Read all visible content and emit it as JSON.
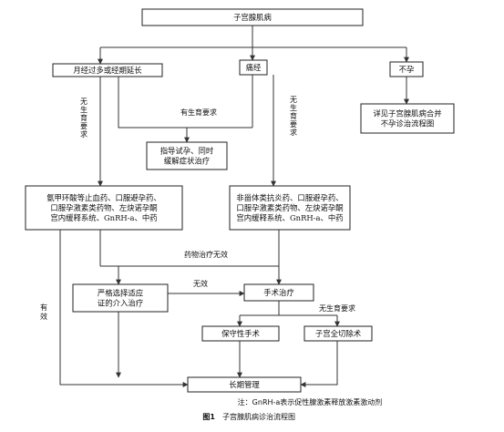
{
  "nodes": {
    "root": [
      "子宫腺肌病"
    ],
    "menorrhagia": [
      "月经过多或经期延长"
    ],
    "dysmenorrhea": [
      "痛经"
    ],
    "infertility": [
      "不孕"
    ],
    "guided_pregnancy": [
      "指导试孕、同时",
      "缓解症状治疗"
    ],
    "see_infertility": [
      "详见子宫腺肌病合并",
      "不孕诊治流程图"
    ],
    "drugs_left": [
      "氨甲环酸等止血药、口服避孕药、",
      "口服孕激素类药物、左炔诺孕酮",
      "宫内缓释系统、GnRH-a、中药"
    ],
    "drugs_right": [
      "非甾体类抗炎药、口服避孕药、",
      "口服孕激素类药物、左炔诺孕酮",
      "宫内缓释系统、GnRH-a、中药"
    ],
    "interventional": [
      "严格选择适应",
      "证的介入治疗"
    ],
    "surgery": [
      "手术治疗"
    ],
    "conservative": [
      "保守性手术"
    ],
    "hysterectomy": [
      "子宫全切除术"
    ],
    "long_term": [
      "长期管理"
    ]
  },
  "edge_labels": {
    "no_fertility_left": [
      "无",
      "生",
      "育",
      "要",
      "求"
    ],
    "with_fertility": "有生育要求",
    "no_fertility_right": [
      "无",
      "生",
      "育",
      "要",
      "求"
    ],
    "drug_failure": "药物治疗无效",
    "ineffective": "无效",
    "effective": [
      "有",
      "效"
    ],
    "no_fertility_surgery": "无生育要求"
  },
  "footnote": "注：GnRH-a表示促性腺激素释放激素激动剂",
  "caption": {
    "figure": "图1",
    "title": "子宫腺肌病诊治流程图"
  }
}
